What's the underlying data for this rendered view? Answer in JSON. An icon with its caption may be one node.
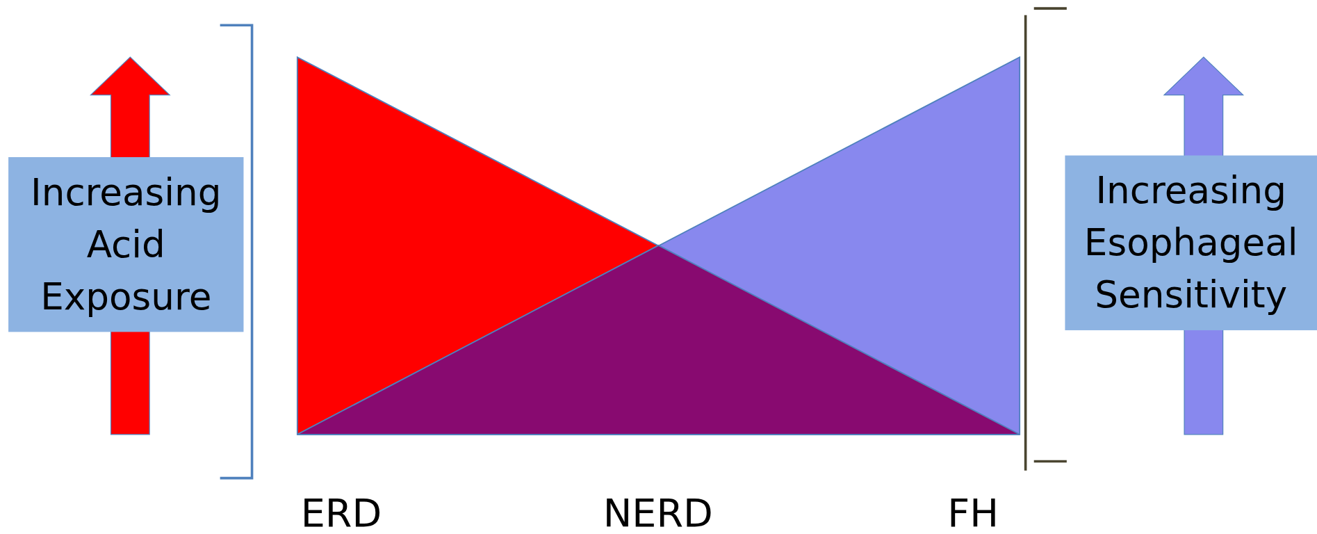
{
  "diagram": {
    "nodes": [
      {
        "text": [
          "Increasing Acid Exposure"
        ]
      },
      {
        "text": [
          "Increasing Esophageal Sensitivity"
        ]
      }
    ],
    "labels": [
      "ERD",
      "NERD",
      "FH"
    ]
  }
}
